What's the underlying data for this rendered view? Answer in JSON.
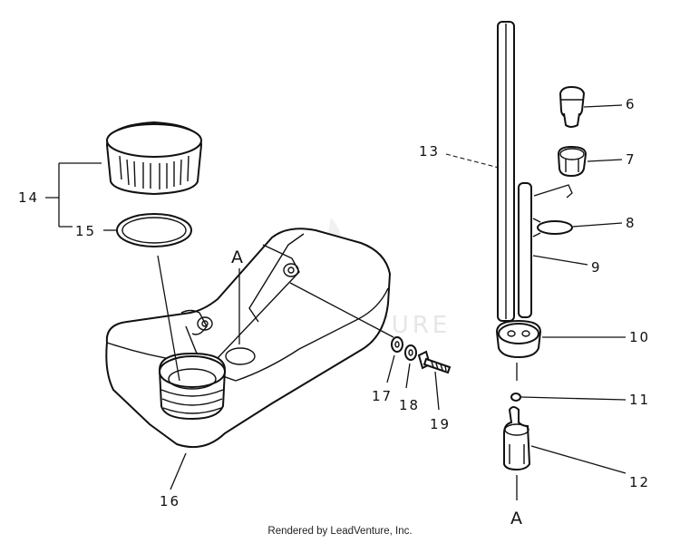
{
  "watermark": "LEADVENTURE",
  "reference_letters": {
    "top": "A",
    "bottom": "A"
  },
  "parts": [
    {
      "number": "6"
    },
    {
      "number": "7"
    },
    {
      "number": "8"
    },
    {
      "number": "9"
    },
    {
      "number": "10"
    },
    {
      "number": "11"
    },
    {
      "number": "12"
    },
    {
      "number": "13"
    },
    {
      "number": "14"
    },
    {
      "number": "15"
    },
    {
      "number": "16"
    },
    {
      "number": "17"
    },
    {
      "number": "18"
    },
    {
      "number": "19"
    }
  ],
  "footer": "Rendered by LeadVenture, Inc."
}
